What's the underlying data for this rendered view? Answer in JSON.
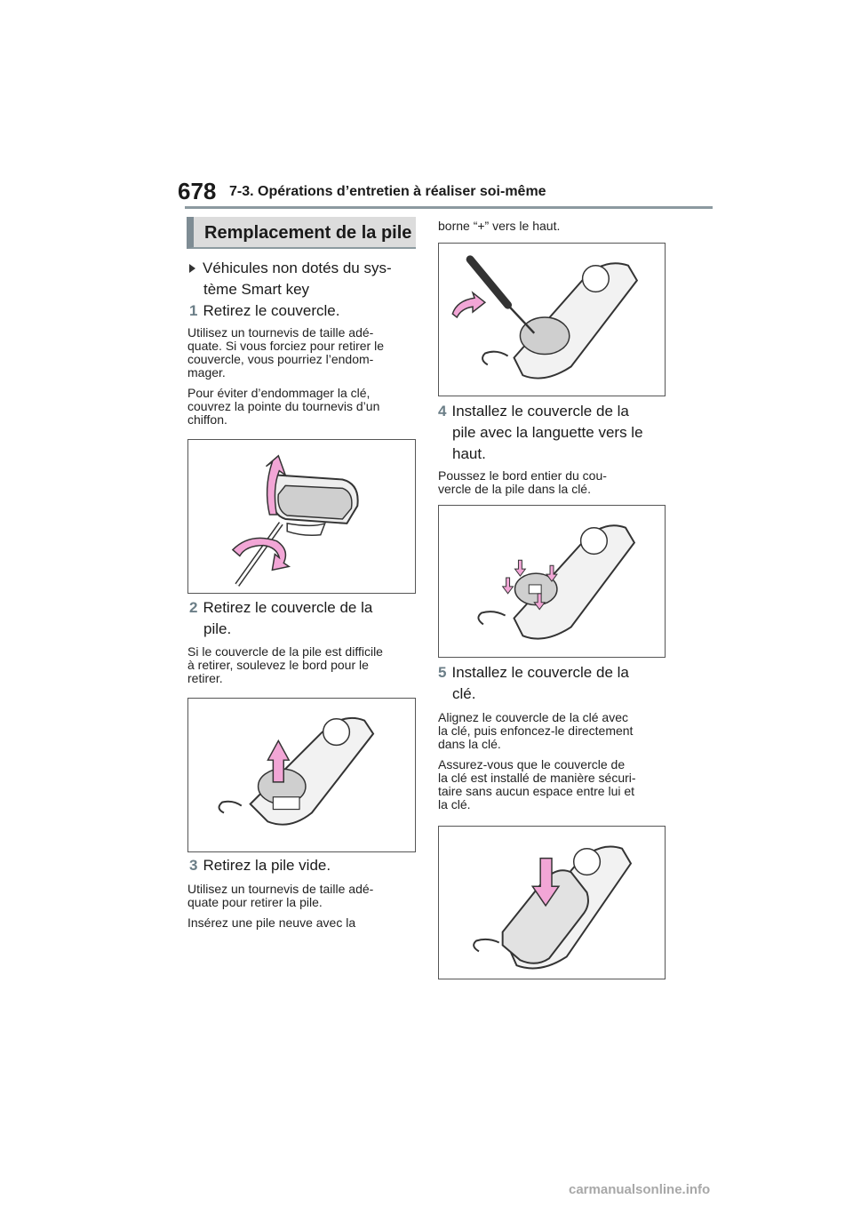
{
  "header": {
    "page_number": "678",
    "chapter_title": "7-3. Opérations d’entretien à réaliser soi-même"
  },
  "section_title": "Remplacement de la pile",
  "condition": {
    "line1": "Véhicules non dotés du sys-",
    "line2": "tème Smart key"
  },
  "steps": [
    {
      "num": "1",
      "title_lines": [
        "Retirez le couvercle."
      ],
      "notes": [
        [
          "Utilisez un tournevis de taille adé-",
          "quate. Si vous forciez pour retirer le",
          "couvercle, vous pourriez l’endom-",
          "mager."
        ],
        [
          "Pour éviter d’endommager la clé,",
          "couvrez la pointe du tournevis d’un",
          "chiffon."
        ]
      ]
    },
    {
      "num": "2",
      "title_lines": [
        "Retirez le couvercle de la",
        "pile."
      ],
      "notes": [
        [
          "Si le couvercle de la pile est difficile",
          "à retirer, soulevez le bord pour le",
          "retirer."
        ]
      ]
    },
    {
      "num": "3",
      "title_lines": [
        "Retirez la pile vide."
      ],
      "notes": [
        [
          "Utilisez un tournevis de taille adé-",
          "quate pour retirer la pile."
        ],
        [
          "Insérez une pile neuve avec la"
        ]
      ]
    },
    {
      "num": "4",
      "title_lines": [
        "Installez le couvercle de la",
        "pile avec la languette vers le",
        "haut."
      ],
      "notes": [
        [
          "Poussez le bord entier du cou-",
          "vercle de la pile dans la clé."
        ]
      ]
    },
    {
      "num": "5",
      "title_lines": [
        "Installez le couvercle de la",
        "clé."
      ],
      "notes": [
        [
          "Alignez le couvercle de la clé avec",
          "la clé, puis enfoncez-le directement",
          "dans la clé."
        ],
        [
          "Assurez-vous que le couvercle de",
          "la clé est installé de manière sécuri-",
          "taire sans aucun espace entre lui et",
          "la clé."
        ]
      ]
    }
  ],
  "continuation_text": "borne “+” vers le haut.",
  "watermark": "carmanualsonline.info",
  "colors": {
    "arrow_pink": "#f2a6d6",
    "step_number": "#6b7e87",
    "rule": "#8c9aa0"
  }
}
